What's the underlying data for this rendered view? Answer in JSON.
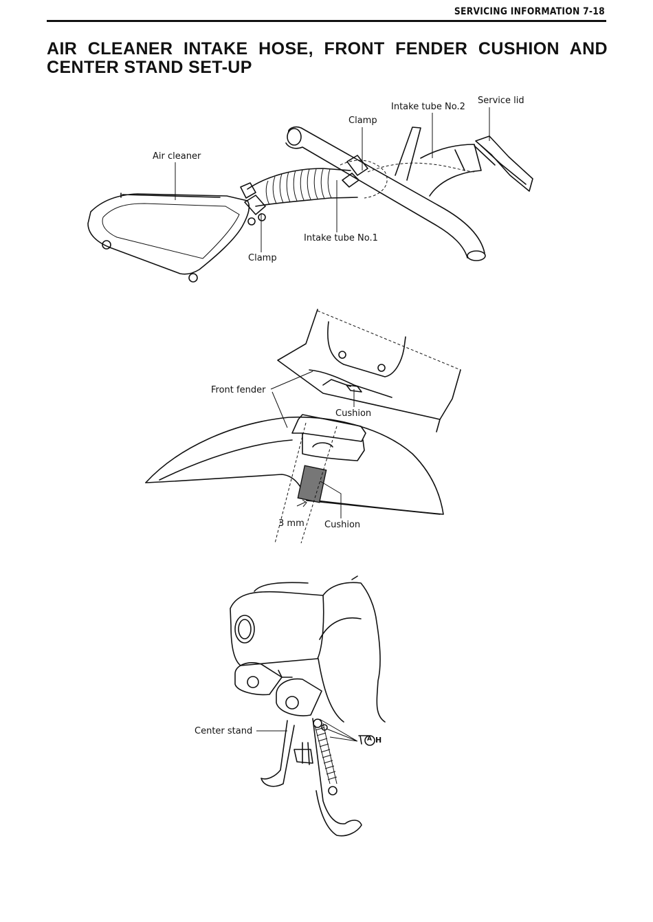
{
  "header": {
    "section": "SERVICING INFORMATION  7-18"
  },
  "title": {
    "line1": "AIR CLEANER INTAKE HOSE, FRONT FENDER CUSHION AND",
    "line2": "CENTER STAND SET-UP"
  },
  "figure1": {
    "labels": {
      "air_cleaner": "Air cleaner",
      "clamp_top": "Clamp",
      "intake_tube_2": "Intake tube No.2",
      "service_lid": "Service lid",
      "intake_tube_1": "Intake tube No.1",
      "clamp_bottom": "Clamp"
    }
  },
  "figure2": {
    "labels": {
      "front_fender": "Front fender",
      "cushion_top": "Cushion",
      "dimension": "3 mm",
      "cushion_bottom": "Cushion"
    }
  },
  "figure3": {
    "labels": {
      "center_stand": "Center stand"
    },
    "symbol": {
      "letters": "A",
      "suffix": "H"
    }
  }
}
